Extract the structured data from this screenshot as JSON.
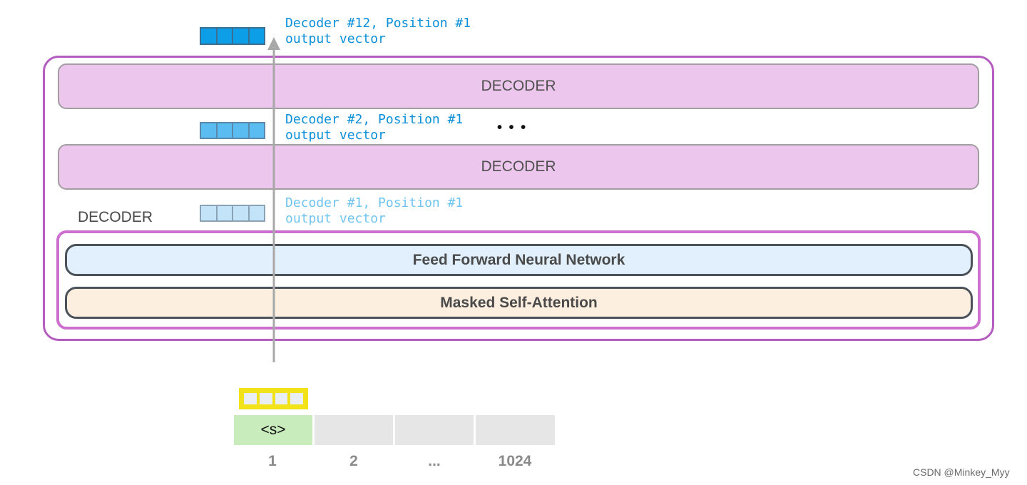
{
  "colors": {
    "outer_border": "#b45cc0",
    "decoder_fill": "#ecc6ec",
    "ffn_fill": "#e2f0fd",
    "attn_fill": "#fdefe0",
    "vec12": "#0c9ee6",
    "vec2": "#5bbcf2",
    "vec1": "#c2e3f8",
    "input_vec_border": "#f2e21a",
    "token_fill": "#c8ecbc",
    "token_empty": "#e6e6e6",
    "arrow": "#a8a8a8"
  },
  "outputs": [
    {
      "line1": "Decoder #12, Position #1",
      "line2": "output vector"
    },
    {
      "line1": "Decoder #2, Position #1",
      "line2": "output vector"
    },
    {
      "line1": "Decoder #1, Position #1",
      "line2": "output vector"
    }
  ],
  "decoder_label": "DECODER",
  "ellipsis": "• • •",
  "stack_label": "DECODER",
  "ffn_label": "Feed Forward Neural Network",
  "attn_label": "Masked Self-Attention",
  "tokens": [
    "<s>",
    "",
    "",
    ""
  ],
  "positions": [
    "1",
    "2",
    "...",
    "1024"
  ],
  "watermark": "CSDN @Minkey_Myy"
}
